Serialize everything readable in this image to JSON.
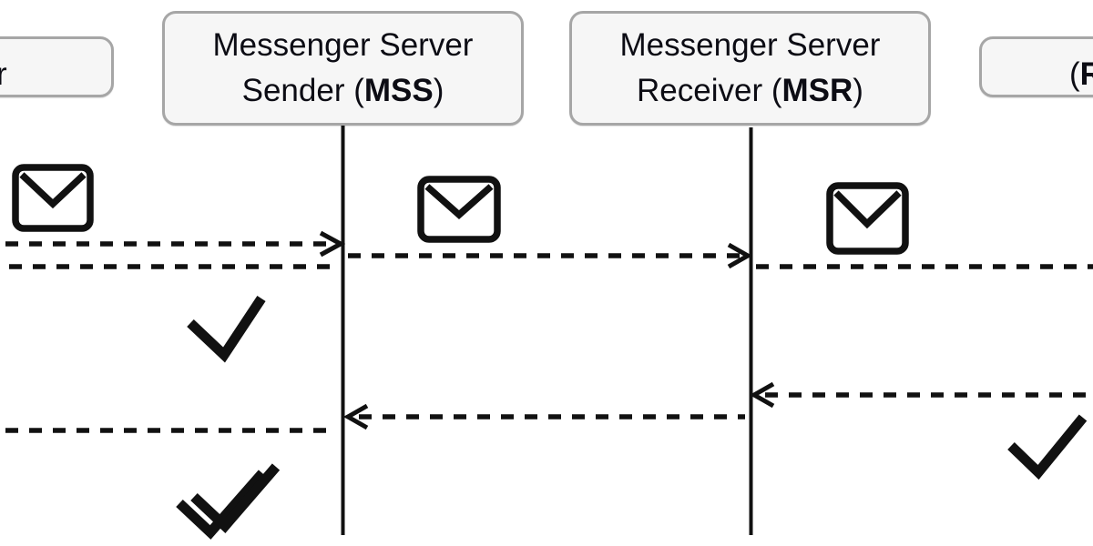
{
  "figure": {
    "type": "sequence-diagram",
    "background": "#ffffff",
    "colors": {
      "stroke": "#111111",
      "actor_box_bg": "#f6f6f6",
      "actor_box_border": "#a6a6a6",
      "actor_text": "#0c0c14"
    },
    "actors": [
      {
        "id": "actor-left-partial",
        "visible_text": "r"
      },
      {
        "id": "mss",
        "line1": "Messenger Server",
        "line2_prefix": "Sender (",
        "acronym": "MSS",
        "line2_suffix": ")"
      },
      {
        "id": "msr",
        "line1": "Messenger Server",
        "line2_prefix": "Receiver (",
        "acronym": "MSR",
        "line2_suffix": ")"
      },
      {
        "id": "actor-right-partial",
        "visible_prefix": "(",
        "visible_acronym": "R"
      }
    ],
    "icons": {
      "envelope": {
        "name": "envelope-icon",
        "glyph": "✉"
      },
      "single_check": {
        "name": "check-icon",
        "glyph": "✓"
      },
      "double_check": {
        "name": "double-check-icon",
        "glyph": "✓✓"
      }
    },
    "messages": [
      {
        "from": "off-screen-left",
        "to": "MSS",
        "direction": "right",
        "line": "dashed",
        "icon": "envelope"
      },
      {
        "from": "MSS",
        "to": "MSR",
        "direction": "right",
        "line": "dashed",
        "icon": "envelope"
      },
      {
        "from": "MSR",
        "to": "off-screen-right",
        "direction": "right",
        "line": "dashed",
        "icon": "envelope"
      },
      {
        "from": "MSS",
        "to": "off-screen-left",
        "direction": "left",
        "line": "dashed",
        "icon": "single_check"
      },
      {
        "from": "off-screen-right",
        "to": "MSR",
        "direction": "left",
        "line": "dashed",
        "icon": "single_check"
      },
      {
        "from": "MSR",
        "to": "MSS",
        "direction": "left",
        "line": "dashed"
      },
      {
        "from": "MSS",
        "to": "off-screen-left",
        "direction": "left",
        "line": "dashed",
        "icon": "double_check"
      }
    ]
  }
}
